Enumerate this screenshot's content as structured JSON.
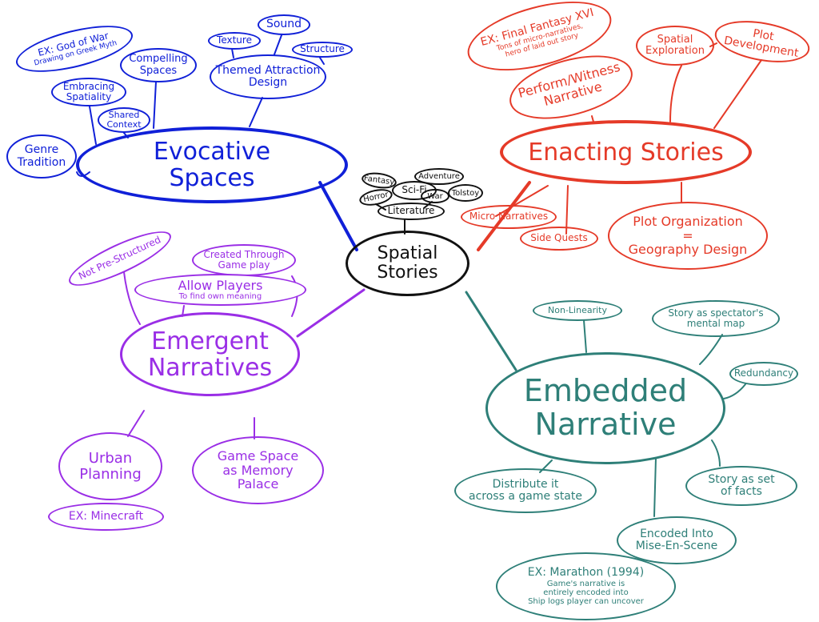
{
  "colors": {
    "evocative": "#1020d8",
    "enacting": "#e53a28",
    "emergent": "#9a2ee6",
    "embedded": "#2e7f78",
    "center": "#111111"
  },
  "center": {
    "lines": [
      "Spatial",
      "Stories"
    ],
    "genres": [
      "Fantasy",
      "Adventure",
      "Horror",
      "Sci-Fi",
      "War",
      "Tolstoy",
      "Literature"
    ]
  },
  "evocative": {
    "lines": [
      "Evocative",
      "Spaces"
    ],
    "genre": [
      "Genre",
      "Tradition"
    ],
    "god_of_war": [
      "EX: God of War",
      "Drawing on Greek Myth"
    ],
    "embracing": [
      "Embracing",
      "Spatiality"
    ],
    "shared": [
      "Shared",
      "Context"
    ],
    "compelling": [
      "Compelling",
      "Spaces"
    ],
    "texture": "Texture",
    "sound": "Sound",
    "structure": "Structure",
    "themed": [
      "Themed Attraction",
      "Design"
    ]
  },
  "enacting": {
    "lines": [
      "Enacting Stories"
    ],
    "ff": [
      "EX: Final Fantasy XVI",
      "Tons of micro-narratives,",
      "hero of laid out story"
    ],
    "perform": [
      "Perform/Witness",
      "Narrative"
    ],
    "spatial": [
      "Spatial",
      "Exploration"
    ],
    "plot_dev": [
      "Plot",
      "Development"
    ],
    "micro": "Micro Narratives",
    "side": "Side Quests",
    "plot_org": [
      "Plot Organization",
      "=",
      "Geography Design"
    ]
  },
  "emergent": {
    "lines": [
      "Emergent",
      "Narratives"
    ],
    "not_pre": "Not Pre-Structured",
    "created": [
      "Created Through",
      "Game play"
    ],
    "allow": [
      "Allow Players",
      "To find own meaning"
    ],
    "urban": [
      "Urban",
      "Planning"
    ],
    "memory": [
      "Game Space",
      "as Memory",
      "Palace"
    ],
    "minecraft": "EX: Minecraft"
  },
  "embedded": {
    "lines": [
      "Embedded",
      "Narrative"
    ],
    "nonlin": "Non-Linearity",
    "spectator": [
      "Story as spectator's",
      "mental map"
    ],
    "redundancy": "Redundancy",
    "distribute": [
      "Distribute it",
      "across a game state"
    ],
    "facts": [
      "Story as set",
      "of facts"
    ],
    "encoded": [
      "Encoded Into",
      "Mise-En-Scene"
    ],
    "marathon": [
      "EX: Marathon (1994)",
      "Game's narrative is",
      "entirely encoded into",
      "Ship logs player can uncover"
    ]
  }
}
